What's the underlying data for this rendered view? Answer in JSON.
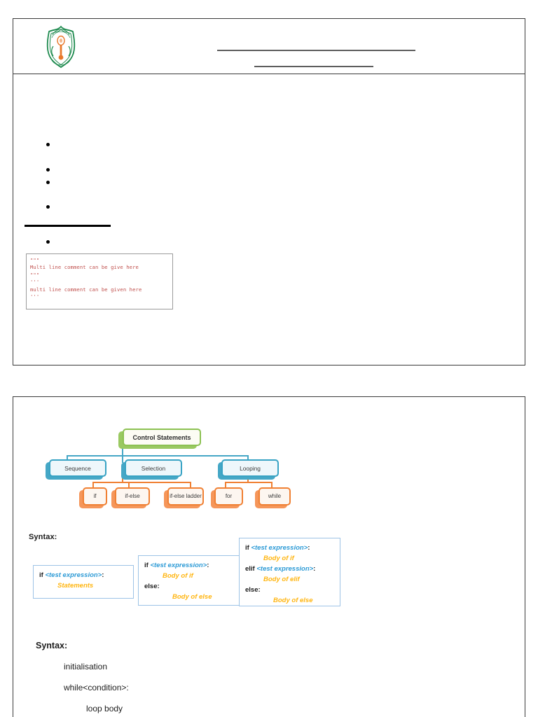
{
  "document": {
    "pages": [
      {
        "name": "page-1"
      },
      {
        "name": "page-2"
      }
    ]
  },
  "page1": {
    "header": {
      "logo_name": "institution-crest-logo",
      "redacted_title_line_1": "",
      "redacted_title_line_2": ""
    },
    "bullets": [
      "",
      "",
      "",
      "",
      ""
    ],
    "heading_rule": "",
    "code_block": {
      "name": "python-multiline-comment-example",
      "lines": [
        "\"\"\"",
        "Multi line comment can be give here",
        "\"\"\"",
        "",
        "'''",
        "multi line comment can be given here",
        "'''"
      ]
    }
  },
  "page2": {
    "flowchart": {
      "title": "Control Statements",
      "level2": [
        "Sequence",
        "Selection",
        "Looping"
      ],
      "level3": [
        "if",
        "if-else",
        "if-else ladder",
        "for",
        "while"
      ],
      "colors": {
        "root_border": "#8cc152",
        "root_fill": "#fcfcf4",
        "level2_border": "#38a3c4",
        "level2_fill": "#eef7fb",
        "level3_border": "#f08033",
        "level3_fill": "#fdf6f0"
      }
    },
    "syntax_section": {
      "label": "Syntax:",
      "boxes": [
        {
          "name": "if-syntax",
          "lines": [
            {
              "kw_pre": "if ",
              "expr": "<test expression>",
              "kw_post": ":"
            },
            {
              "body": "Statements",
              "indent": 1
            }
          ]
        },
        {
          "name": "if-else-syntax",
          "lines": [
            {
              "kw_pre": "if ",
              "expr": "<test expression>",
              "kw_post": ":"
            },
            {
              "body": "Body of if",
              "indent": 1
            },
            {
              "kw_pre": "else:",
              "expr": "",
              "kw_post": ""
            },
            {
              "body": "Body of else",
              "indent": 2
            }
          ]
        },
        {
          "name": "if-elif-else-syntax",
          "lines": [
            {
              "kw_pre": "if ",
              "expr": "<test expression>",
              "kw_post": ":"
            },
            {
              "body": "Body of if",
              "indent": 1
            },
            {
              "kw_pre": "elif ",
              "expr": "<test expression>",
              "kw_post": ":"
            },
            {
              "body": "Body of elif",
              "indent": 1
            },
            {
              "kw_pre": "else:",
              "expr": "",
              "kw_post": ""
            },
            {
              "body": "Body of else",
              "indent": 2
            }
          ]
        }
      ]
    },
    "while_syntax": {
      "title": "Syntax:",
      "lines": [
        "initialisation",
        "while<condition>:",
        "loop body"
      ]
    }
  }
}
